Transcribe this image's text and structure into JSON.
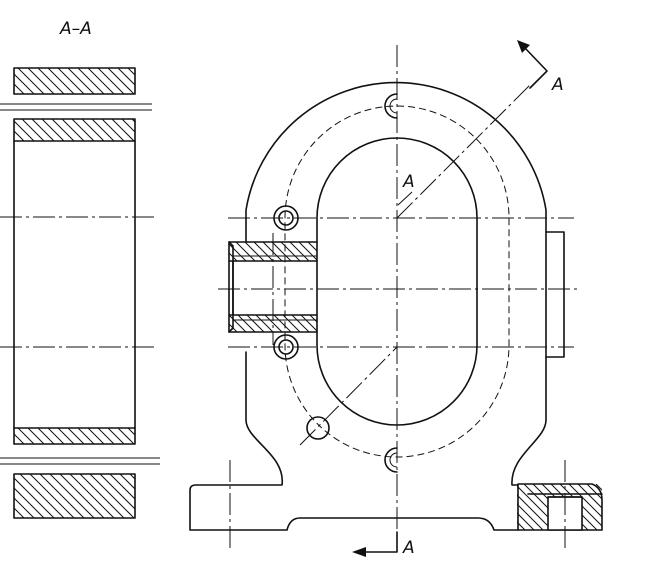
{
  "labels": {
    "section_title": "A–A",
    "cut_top": "A",
    "cut_middle": "A",
    "cut_bottom": "A"
  },
  "colors": {
    "stroke": "#111111",
    "background": "#ffffff"
  }
}
